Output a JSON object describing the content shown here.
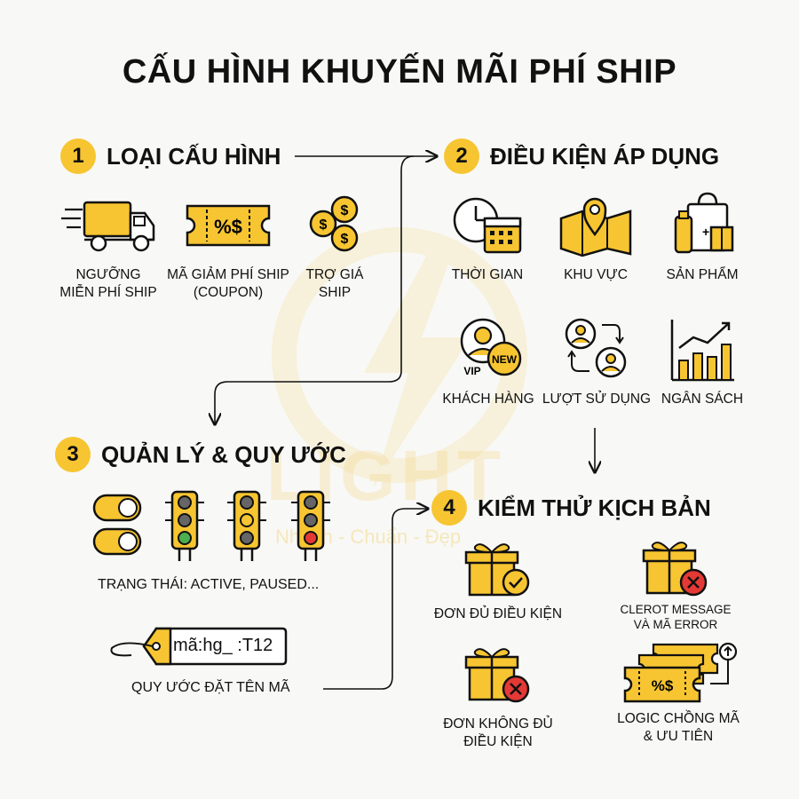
{
  "title": "CẤU HÌNH KHUYẾN MÃI PHÍ SHIP",
  "watermark": {
    "text": "LIGHT",
    "tagline": "Nhanh - Chuẩn - Đẹp"
  },
  "accent_color": "#f7c531",
  "sections": {
    "s1": {
      "number": "1",
      "title": "LOẠI CẤU HÌNH",
      "items": [
        {
          "label_lines": [
            "NGƯỠNG",
            "MIỄN PHÍ SHIP"
          ],
          "icon": "truck-icon"
        },
        {
          "label_lines": [
            "MÃ GIẢM PHÍ SHIP",
            "(COUPON)"
          ],
          "icon": "coupon-icon"
        },
        {
          "label_lines": [
            "TRỢ GIÁ",
            "SHIP"
          ],
          "icon": "coins-icon"
        }
      ]
    },
    "s2": {
      "number": "2",
      "title": "ĐIỀU KIỆN ÁP DỤNG",
      "items": [
        {
          "label": "THỜI GIAN",
          "icon": "clock-calendar-icon"
        },
        {
          "label": "KHU VỰC",
          "icon": "map-pin-icon"
        },
        {
          "label": "SẢN PHẨM",
          "icon": "products-icon"
        },
        {
          "label": "KHÁCH HÀNG",
          "icon": "customer-icon",
          "badges": [
            "VIP",
            "NEW"
          ]
        },
        {
          "label": "LƯỢT SỬ DỤNG",
          "icon": "usage-swap-icon"
        },
        {
          "label": "NGÂN SÁCH",
          "icon": "budget-chart-icon"
        }
      ]
    },
    "s3": {
      "number": "3",
      "title": "QUẢN LÝ & QUY ƯỚC",
      "status_label": "TRẠNG THÁI:",
      "status_values": "ACTIVE, PAUSED...",
      "tag_value": "mã:hg_ :T12",
      "naming_label": "QUY ƯỚC ĐẶT TÊN MÃ"
    },
    "s4": {
      "number": "4",
      "title": "KIỂM THỬ KỊCH BẢN",
      "items": [
        {
          "label_lines": [
            "ĐƠN ĐỦ ĐIỀU KIỆN"
          ],
          "icon": "gift-check-icon"
        },
        {
          "label_lines": [
            "CLEROT MESSAGE",
            "VÀ MÃ ERROR"
          ],
          "icon": "gift-error-icon"
        },
        {
          "label_lines": [
            "ĐƠN KHÔNG ĐỦ",
            "ĐIỀU KIỆN"
          ],
          "icon": "gift-x-icon"
        },
        {
          "label_lines": [
            "LOGIC CHỒNG MÃ",
            "& ƯU TIÊN"
          ],
          "icon": "stacked-coupons-icon"
        }
      ]
    }
  },
  "icon_text": {
    "coupon": "%$",
    "coin": "$",
    "stack": "%$"
  }
}
